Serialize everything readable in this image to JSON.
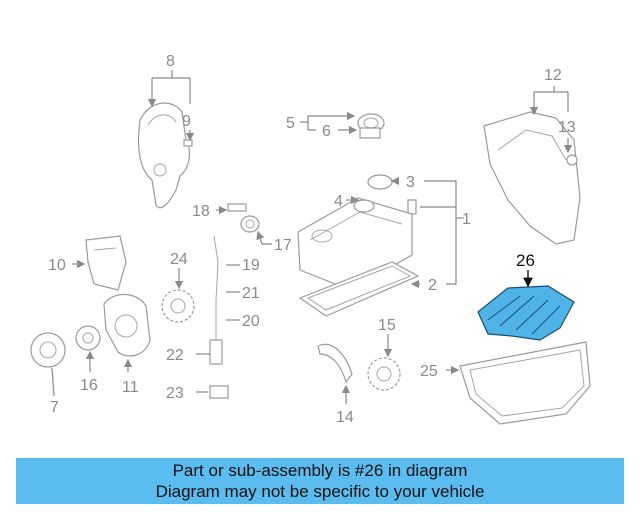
{
  "diagram": {
    "highlight_color": "#4fb3e8",
    "callouts": {
      "c1": "1",
      "c2": "2",
      "c3": "3",
      "c4": "4",
      "c5": "5",
      "c6": "6",
      "c7": "7",
      "c8": "8",
      "c9": "9",
      "c10": "10",
      "c11": "11",
      "c12": "12",
      "c13": "13",
      "c14": "14",
      "c15": "15",
      "c16": "16",
      "c17": "17",
      "c18": "18",
      "c19": "19",
      "c20": "20",
      "c21": "21",
      "c22": "22",
      "c23": "23",
      "c24": "24",
      "c25": "25",
      "c26": "26"
    }
  },
  "banner": {
    "line1": "Part or sub-assembly is #26 in diagram",
    "line2": "Diagram may not be specific to your vehicle",
    "color": "#5bbcef"
  }
}
